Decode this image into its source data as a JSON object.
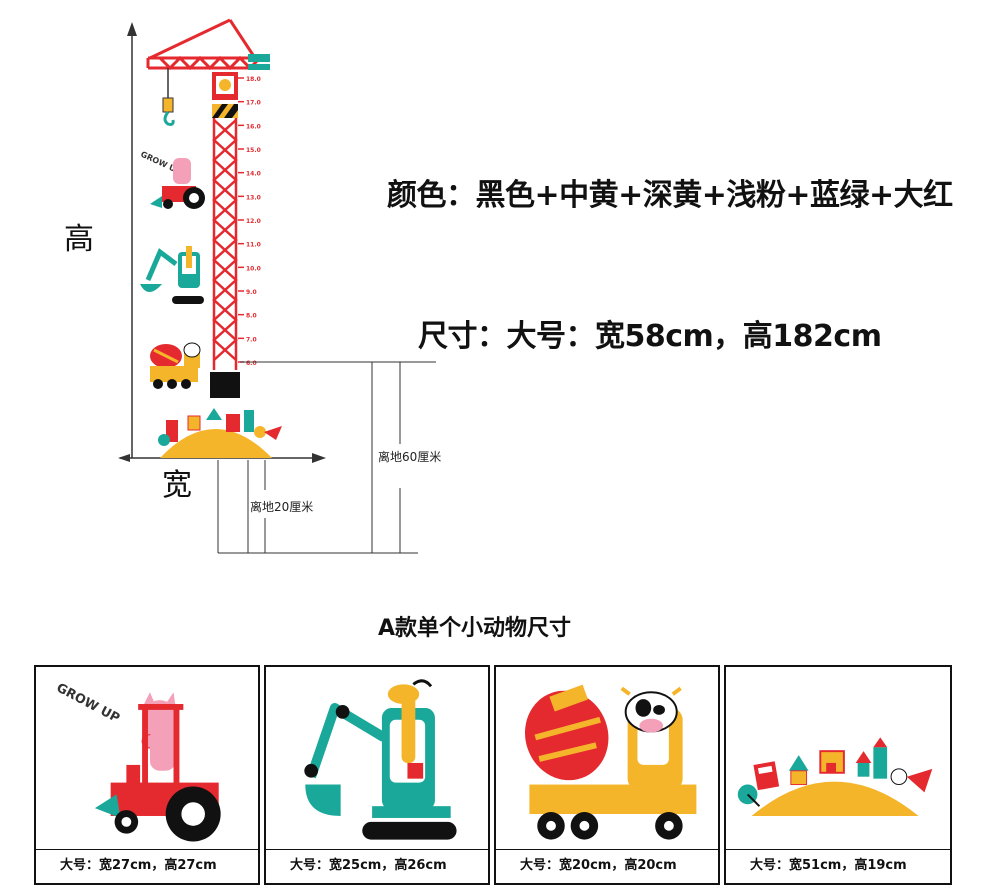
{
  "labels": {
    "height": "高",
    "width": "宽",
    "ground_60": "离地60厘米",
    "ground_20": "离地20厘米"
  },
  "specs": {
    "colors": "颜色：黑色+中黄+深黄+浅粉+蓝绿+大红",
    "size": "尺寸：大号：宽58cm，高182cm"
  },
  "ruler_ticks": [
    "18.0",
    "17.0",
    "16.0",
    "15.0",
    "14.0",
    "13.0",
    "12.0",
    "11.0",
    "10.0",
    "9.0",
    "8.0",
    "7.0",
    "6.0"
  ],
  "section": {
    "title": "A款单个小动物尺寸"
  },
  "panels": [
    {
      "caption": "大号：宽27cm，高27cm",
      "art": "pig-tractor",
      "tag": "GROW UP"
    },
    {
      "caption": "大号：宽25cm，高26cm",
      "art": "giraffe-excavator"
    },
    {
      "caption": "大号：宽20cm，高20cm",
      "art": "cow-mixer-truck"
    },
    {
      "caption": "大号：宽51cm，高19cm",
      "art": "hill-houses"
    }
  ],
  "colors": {
    "red": "#e52a2f",
    "teal": "#1aa89a",
    "yellow": "#f5b52b",
    "pink": "#f4a0b8",
    "black": "#111111"
  }
}
